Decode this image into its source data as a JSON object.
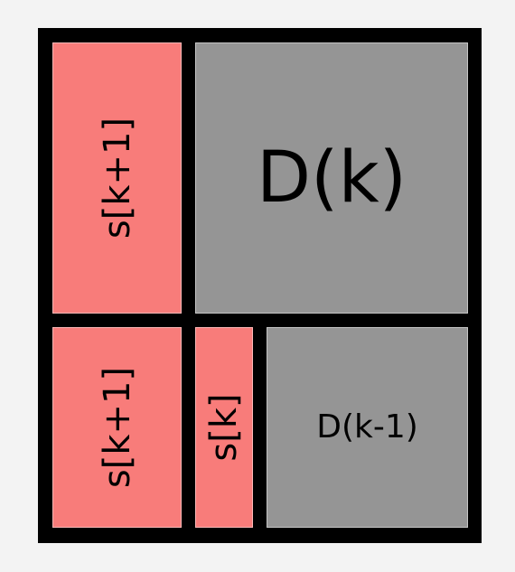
{
  "diagram": {
    "colors": {
      "border": "#000000",
      "red_cell": "#f87c7a",
      "gray_cell": "#959595",
      "background": "#f3f3f3"
    },
    "top_left_label": "s[k+1]",
    "top_right_label": "D(k)",
    "bottom_left_label": "s[k+1]",
    "bottom_middle_label": "s[k]",
    "bottom_right_label": "D(k-1)"
  }
}
